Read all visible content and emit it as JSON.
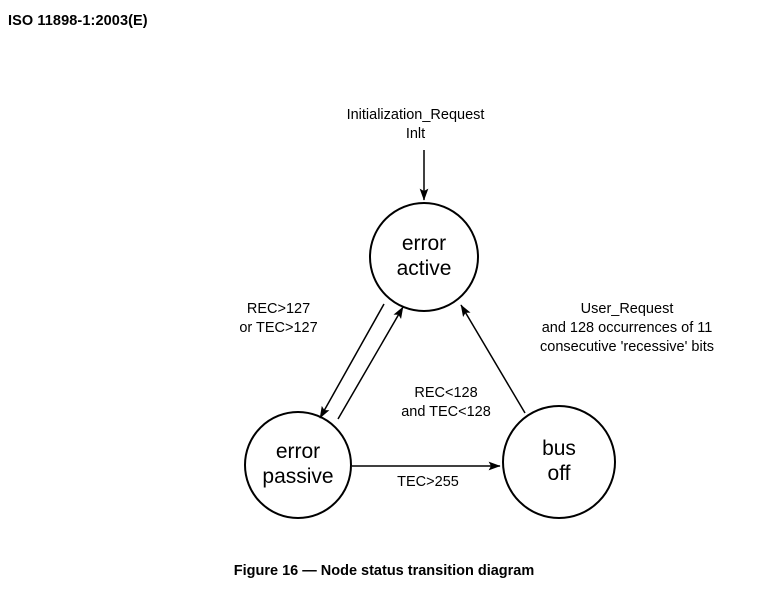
{
  "page": {
    "standard_header": "ISO 11898-1:2003(E)",
    "figure_caption": "Figure 16 — Node status transition diagram",
    "background_color": "#ffffff",
    "ink_color": "#000000"
  },
  "diagram": {
    "type": "state-transition-diagram",
    "title": "Node status transition diagram",
    "states": [
      {
        "id": "error-active",
        "label_line_1": "error",
        "label_line_2": "active",
        "shape": "circle"
      },
      {
        "id": "error-passive",
        "label_line_1": "error",
        "label_line_2": "passive",
        "shape": "circle"
      },
      {
        "id": "bus-off",
        "label_line_1": "bus",
        "label_line_2": "off",
        "shape": "circle"
      }
    ],
    "transitions": [
      {
        "id": "init",
        "from": "start",
        "to": "error-active",
        "label_line_1": "Initialization_Request",
        "label_line_2": "Inlt"
      },
      {
        "id": "active-to-passive",
        "from": "error-active",
        "to": "error-passive",
        "label_line_1": "REC>127",
        "label_line_2": "or TEC>127"
      },
      {
        "id": "passive-to-active",
        "from": "error-passive",
        "to": "error-active",
        "label_line_1": "REC<128",
        "label_line_2": "and TEC<128"
      },
      {
        "id": "passive-to-bus-off",
        "from": "error-passive",
        "to": "bus-off",
        "label_line_1": "TEC>255"
      },
      {
        "id": "bus-off-to-active",
        "from": "bus-off",
        "to": "error-active",
        "label_line_1": "User_Request",
        "label_line_2": "and 128 occurrences of 11",
        "label_line_3": "consecutive 'recessive' bits"
      }
    ]
  }
}
